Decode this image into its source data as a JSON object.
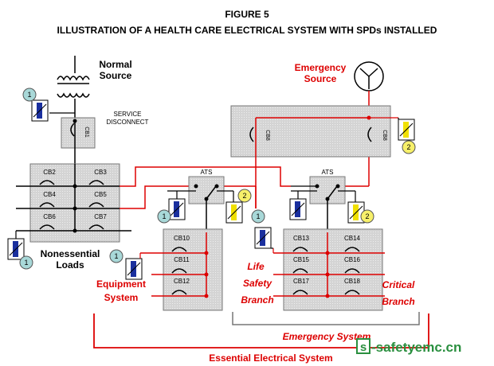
{
  "title": "FIGURE 5",
  "subtitle": "ILLUSTRATION OF A HEALTH CARE ELECTRICAL SYSTEM WITH SPDs INSTALLED",
  "sources": {
    "normal_line1": "Normal",
    "normal_line2": "Source",
    "emergency_line1": "Emergency",
    "emergency_line2": "Source"
  },
  "service_disconnect": {
    "line1": "SERVICE",
    "line2": "DISCONNECT",
    "breaker": "CB1"
  },
  "breakers": {
    "cb2": "CB2",
    "cb3": "CB3",
    "cb4": "CB4",
    "cb5": "CB5",
    "cb6": "CB6",
    "cb7": "CB7",
    "cb8a": "CB8",
    "cb8b": "CB8",
    "cb10": "CB10",
    "cb11": "CB11",
    "cb12": "CB12",
    "cb13": "CB13",
    "cb14": "CB14",
    "cb15": "CB15",
    "cb16": "CB16",
    "cb17": "CB17",
    "cb18": "CB18"
  },
  "ats": {
    "left": "ATS",
    "right": "ATS"
  },
  "spd_markers": {
    "type1": "1",
    "type2": "2"
  },
  "labels": {
    "nonessential_1": "Nonessential",
    "nonessential_2": "Loads",
    "equipment_1": "Equipment",
    "equipment_2": "System",
    "life_1": "Life",
    "life_2": "Safety",
    "life_3": "Branch",
    "critical_1": "Critical",
    "critical_2": "Branch",
    "emergency_system": "Emergency System",
    "essential_system": "Essential Electrical System"
  },
  "watermark": {
    "prefix": "s",
    "text": "-safetyemc.cn"
  },
  "colors": {
    "emergency": "#dd0000",
    "spd_blue": "#1a2f9e",
    "spd_yellow": "#f0e000",
    "marker_blue": "#a8d8d8",
    "marker_yellow": "#f7f06a",
    "panel": "#d6d6d6"
  }
}
